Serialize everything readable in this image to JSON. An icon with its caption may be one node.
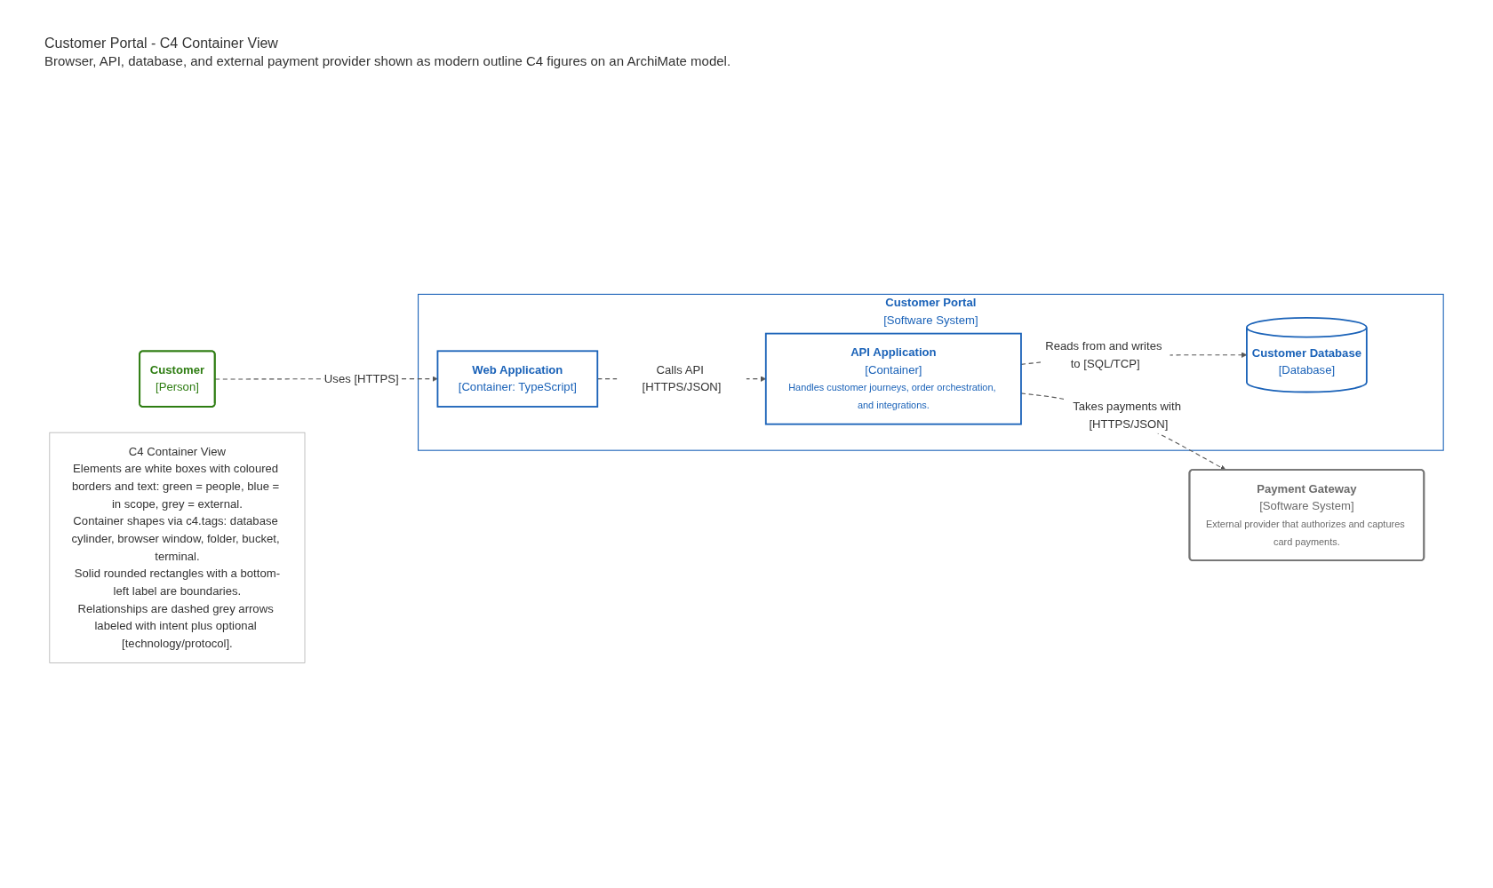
{
  "diagram": {
    "title": "Customer Portal - C4 Container View",
    "caption": "Browser, API, database, and external payment provider shown as modern outline C4 figures on an ArchiMate model.",
    "nodes": [
      {
        "text": [
          "Customer",
          "[Person]"
        ]
      },
      {
        "text": [
          "Customer Portal",
          "[Software System]"
        ]
      },
      {
        "text": [
          "Web Application",
          "[Container: TypeScript]"
        ],
        "in": 1
      },
      {
        "text": [
          "API Application",
          "[Container]",
          "Handles customer journeys, order orchestration, and integrations."
        ],
        "in": 1
      },
      {
        "text": [
          "Customer Database",
          "[Database]"
        ],
        "in": 1
      },
      {
        "text": [
          "Payment Gateway",
          "[Software System]",
          "External provider that authorizes and captures card payments."
        ]
      },
      {
        "text": [
          "C4 Container View",
          "Elements are white boxes with coloured borders and text: green = people, blue = in scope, grey = external.",
          "Container shapes via c4.tags: database cylinder, browser window, folder, bucket, terminal.",
          "Solid rounded rectangles with a bottom-left label are boundaries.",
          "Relationships are dashed grey arrows labeled with intent plus optional [technology/protocol]."
        ]
      }
    ],
    "edges": [
      {
        "from": 0,
        "to": 2,
        "arrow": "to",
        "label": "Uses [HTTPS]",
        "style": "dashed"
      },
      {
        "from": 2,
        "to": 3,
        "arrow": "to",
        "label": "Calls API [HTTPS/JSON]",
        "style": "dashed"
      },
      {
        "from": 3,
        "to": 5,
        "arrow": "to",
        "label": "Takes payments with [HTTPS/JSON]",
        "style": "dashed"
      },
      {
        "from": 3,
        "to": 4,
        "arrow": "to",
        "label": "Reads from and writes to [SQL/TCP]",
        "style": "dashed"
      }
    ]
  }
}
